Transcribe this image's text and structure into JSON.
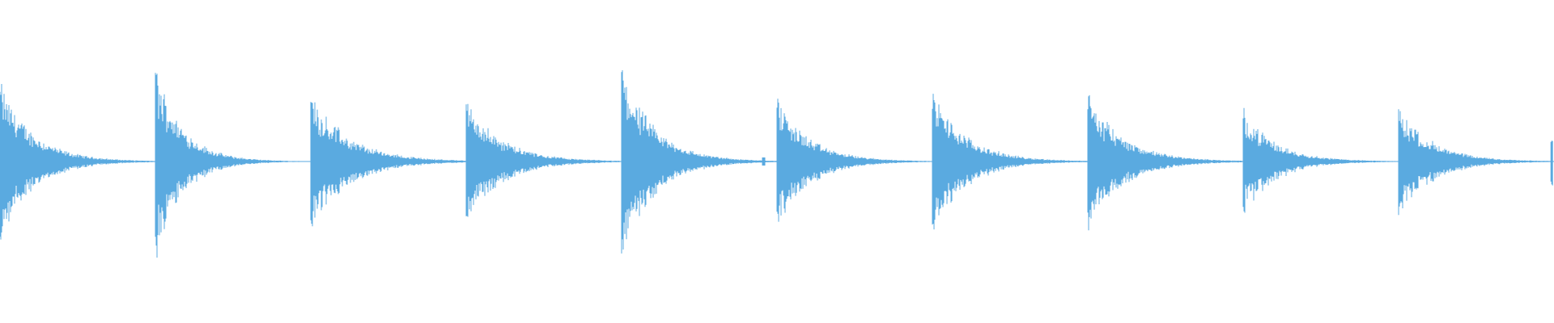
{
  "waveform": {
    "color": "#5aaae0",
    "background": "#ffffff",
    "transients": [
      {
        "onset": 0.0,
        "peak": 0.52,
        "decay": 0.06
      },
      {
        "onset": 0.1,
        "peak": 0.62,
        "decay": 0.05
      },
      {
        "onset": 0.2,
        "peak": 0.44,
        "decay": 0.07
      },
      {
        "onset": 0.3,
        "peak": 0.4,
        "decay": 0.065
      },
      {
        "onset": 0.4,
        "peak": 0.62,
        "decay": 0.06
      },
      {
        "onset": 0.5,
        "peak": 0.42,
        "decay": 0.06
      },
      {
        "onset": 0.6,
        "peak": 0.46,
        "decay": 0.062
      },
      {
        "onset": 0.7,
        "peak": 0.44,
        "decay": 0.065
      },
      {
        "onset": 0.8,
        "peak": 0.34,
        "decay": 0.06
      },
      {
        "onset": 0.9,
        "peak": 0.36,
        "decay": 0.062
      },
      {
        "onset": 0.998,
        "peak": 0.16,
        "decay": 0.005
      }
    ]
  }
}
